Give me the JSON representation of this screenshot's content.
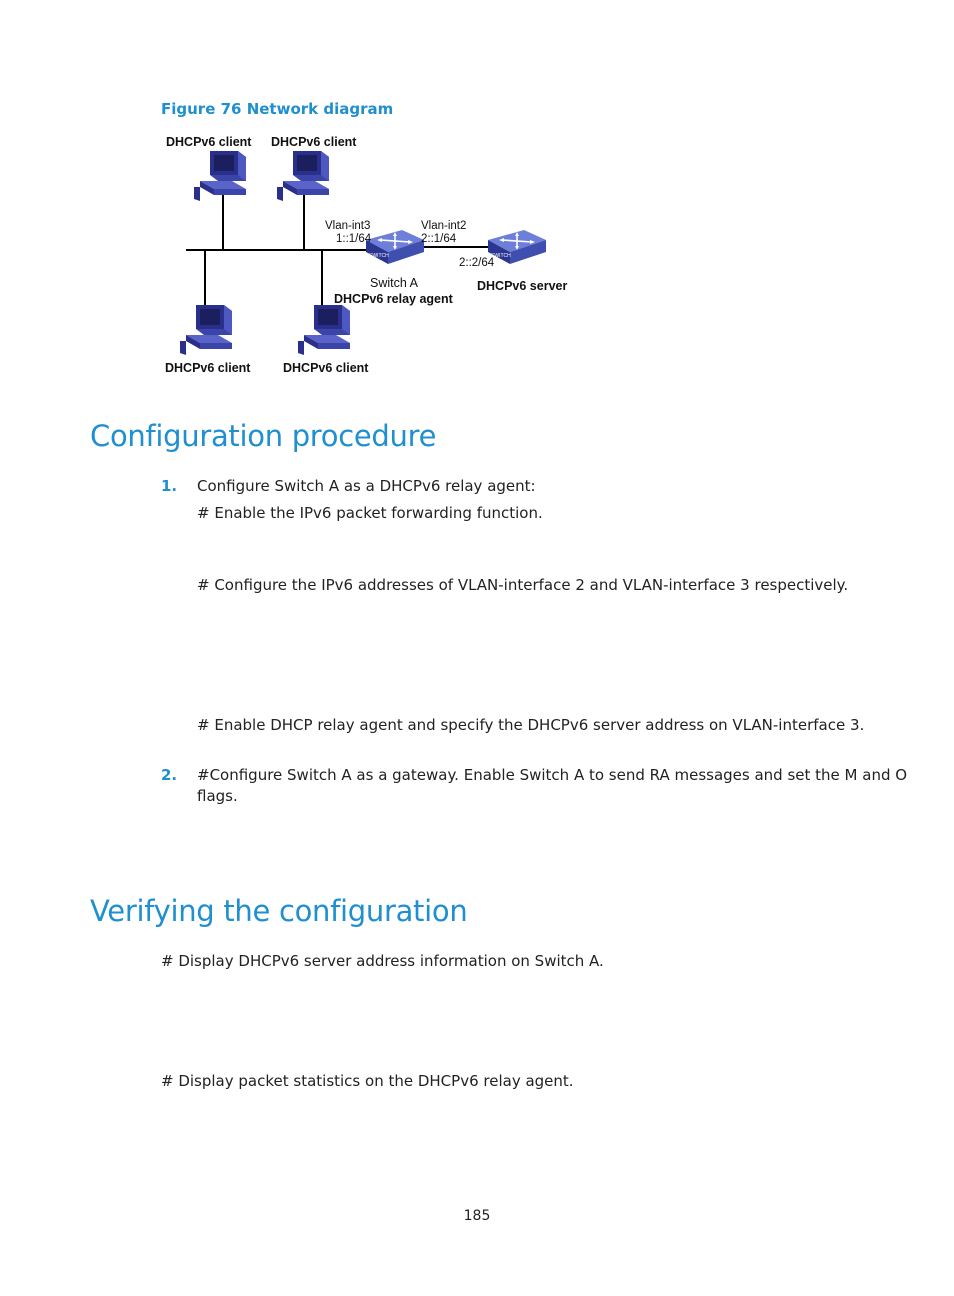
{
  "figure": {
    "caption": "Figure 76 Network diagram",
    "labels": {
      "client_top_left": "DHCPv6 client",
      "client_top_right": "DHCPv6 client",
      "client_bottom_left": "DHCPv6 client",
      "client_bottom_right": "DHCPv6 client",
      "vlan_int3": "Vlan-int3",
      "vlan_int3_addr": "1::1/64",
      "vlan_int2": "Vlan-int2",
      "vlan_int2_addr": "2::1/64",
      "server_addr": "2::2/64",
      "switch_a": "Switch A",
      "relay_agent": "DHCPv6 relay agent",
      "server": "DHCPv6 server",
      "switch_icon_text": "SWITCH"
    }
  },
  "sections": {
    "config_title": "Configuration procedure",
    "step1_num": "1.",
    "step1_text": "Configure Switch A as a DHCPv6 relay agent:",
    "step1_note1": "# Enable the IPv6 packet forwarding function.",
    "step1_note2": "# Configure the IPv6 addresses of VLAN-interface 2 and VLAN-interface 3 respectively.",
    "step1_note3": "# Enable DHCP relay agent and specify the DHCPv6 server address on VLAN-interface 3.",
    "step2_num": "2.",
    "step2_line1": "#Configure Switch A as a gateway. Enable Switch A to send RA messages and set the M and O",
    "step2_line2": "flags.",
    "verify_title": "Verifying the configuration",
    "verify_note1": "# Display DHCPv6 server address information on Switch A.",
    "verify_note2": "# Display packet statistics on the DHCPv6 relay agent."
  },
  "page_number": "185",
  "colors": {
    "accent": "#1f8fd0",
    "pc_blue": "#2b2f8c",
    "switch_blue": "#3f4fb0"
  }
}
